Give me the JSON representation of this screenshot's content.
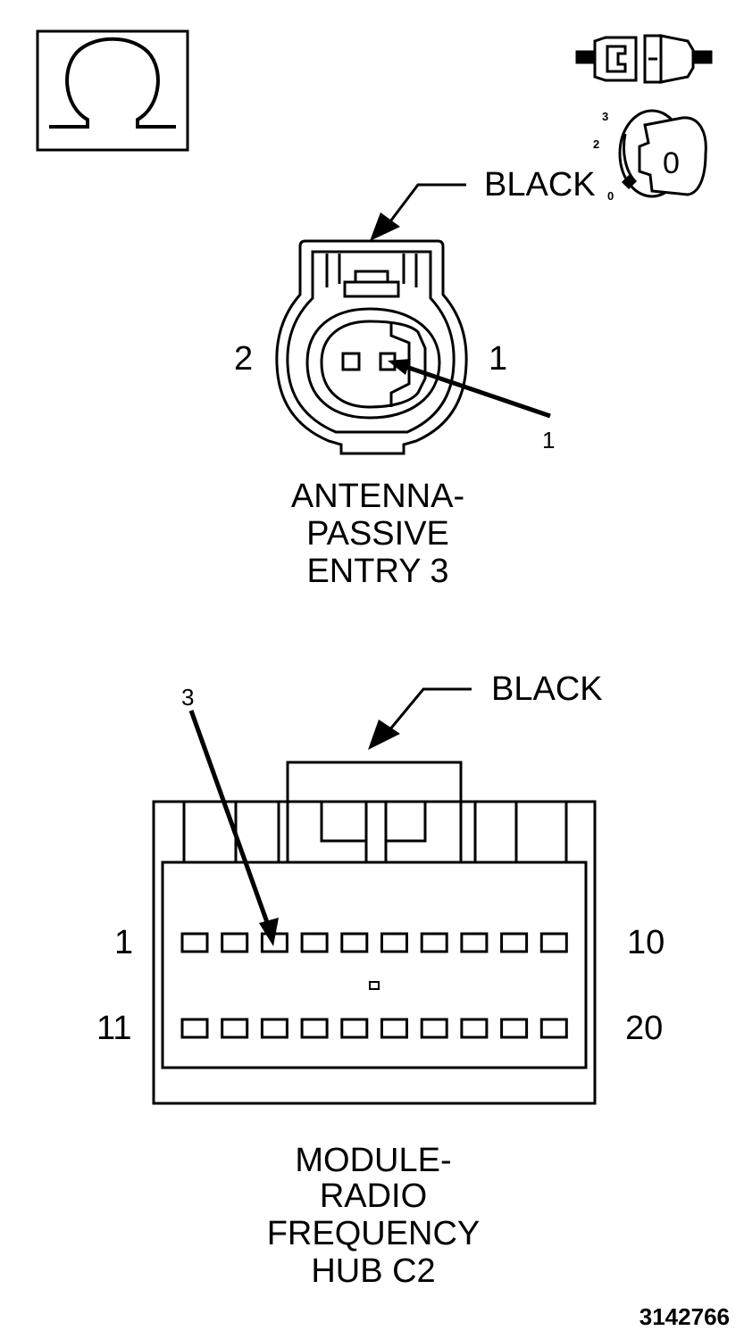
{
  "icons": {
    "ohmmeter": "omega-icon",
    "connector_disconnect": "connector-disconnect-icon",
    "ignition": "ignition-key-icon"
  },
  "ignition": {
    "positions": [
      "3",
      "2",
      "0"
    ],
    "key_label": "0"
  },
  "antenna_connector": {
    "color_label": "BLACK",
    "pin_left": "2",
    "pin_right": "1",
    "callout": "1",
    "title_lines": [
      "ANTENNA-",
      "PASSIVE",
      "ENTRY 3"
    ]
  },
  "rf_hub_connector": {
    "color_label": "BLACK",
    "callout": "3",
    "row1_start": "1",
    "row1_end": "10",
    "row2_start": "11",
    "row2_end": "20",
    "title_lines": [
      "MODULE-",
      "RADIO",
      "FREQUENCY",
      "HUB C2"
    ]
  },
  "figure_id": "3142766",
  "colors": {
    "ink": "#000000",
    "background": "#ffffff"
  }
}
